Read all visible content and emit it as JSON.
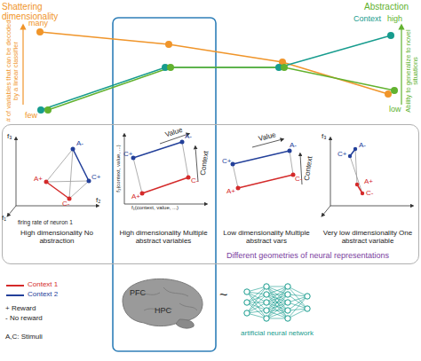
{
  "diagram": {
    "nodes": [
      {
        "text": [
          "Different geometries of neural representations"
        ]
      },
      {
        "text": [
          "PFC",
          "HPC"
        ]
      },
      {
        "text": [
          "artificial neural network"
        ]
      }
    ],
    "labels": [
      "Shattering dimensionality",
      "many",
      "# of variables that can be decoded by a linear classifier",
      "few",
      "Abstraction",
      "Context",
      "high",
      "Ability to generalize to novel situations",
      "low",
      "f₃",
      "A-",
      "A+",
      "C+",
      "C-",
      "f₁",
      "f₂",
      "firing rate of neuron 1",
      "High dimensionality No abstraction",
      "Value",
      "Context",
      "f₃(context, value, ...)",
      "C+",
      "A-",
      "A+",
      "C-",
      "f₁(context, value, ...)",
      "High dimensionality Multiple abstract variables",
      "Value",
      "Context",
      "C+",
      "A-",
      "A+",
      "C-",
      "Low dimensionality Multiple abstract vars",
      "f₃",
      "C+",
      "A-",
      "A+",
      "C-",
      "Very low dimensionality One abstract variable",
      "+ Reward",
      "- No reward",
      "A,C: Stimuli",
      "~"
    ],
    "legend": [
      {
        "text": "Context 1"
      },
      {
        "text": "Context 2"
      }
    ]
  }
}
